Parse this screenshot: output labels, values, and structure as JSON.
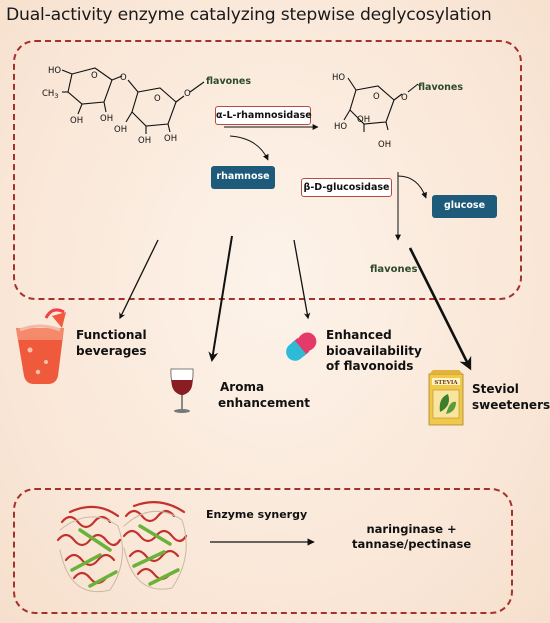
{
  "title": "Dual-activity enzyme catalyzing stepwise deglycosylation",
  "molecule_left": {
    "labels": [
      "HO",
      "CH",
      "3",
      "OH",
      "OH",
      "OH",
      "OH",
      "OH",
      "O",
      "O",
      "O",
      "O"
    ],
    "aglycone": "flavones"
  },
  "molecule_right": {
    "labels": [
      "HO",
      "HO",
      "OH",
      "OH",
      "O",
      "O"
    ],
    "aglycone": "flavones"
  },
  "enzymes": {
    "rhamnosidase": "α-L-rhamnosidase",
    "glucosidase": "β-D-glucosidase"
  },
  "products": {
    "rhamnose": "rhamnose",
    "glucose": "glucose",
    "flavones": "flavones"
  },
  "applications": [
    {
      "line1": "Functional",
      "line2": "beverages",
      "line3": "",
      "icon": "drink-glass-icon"
    },
    {
      "line1": "Aroma",
      "line2": "enhancement",
      "line3": "",
      "icon": "wine-glass-icon"
    },
    {
      "line1": "Enhanced",
      "line2": "bioavailability",
      "line3": "of flavonoids",
      "icon": "capsule-icon"
    },
    {
      "line1": "Steviol",
      "line2": "sweeteners",
      "line3": "",
      "icon": "stevia-packet-icon"
    }
  ],
  "stevia_packet_text": "STEVIA",
  "synergy": {
    "label": "Enzyme synergy",
    "result_line1": "naringinase +",
    "result_line2": "tannase/pectinase"
  },
  "colors": {
    "dash_border": "#a3322c",
    "sugar_box": "#1e5b7a",
    "flavone_text": "#2d4a2d",
    "background": "#f9e6d6"
  }
}
